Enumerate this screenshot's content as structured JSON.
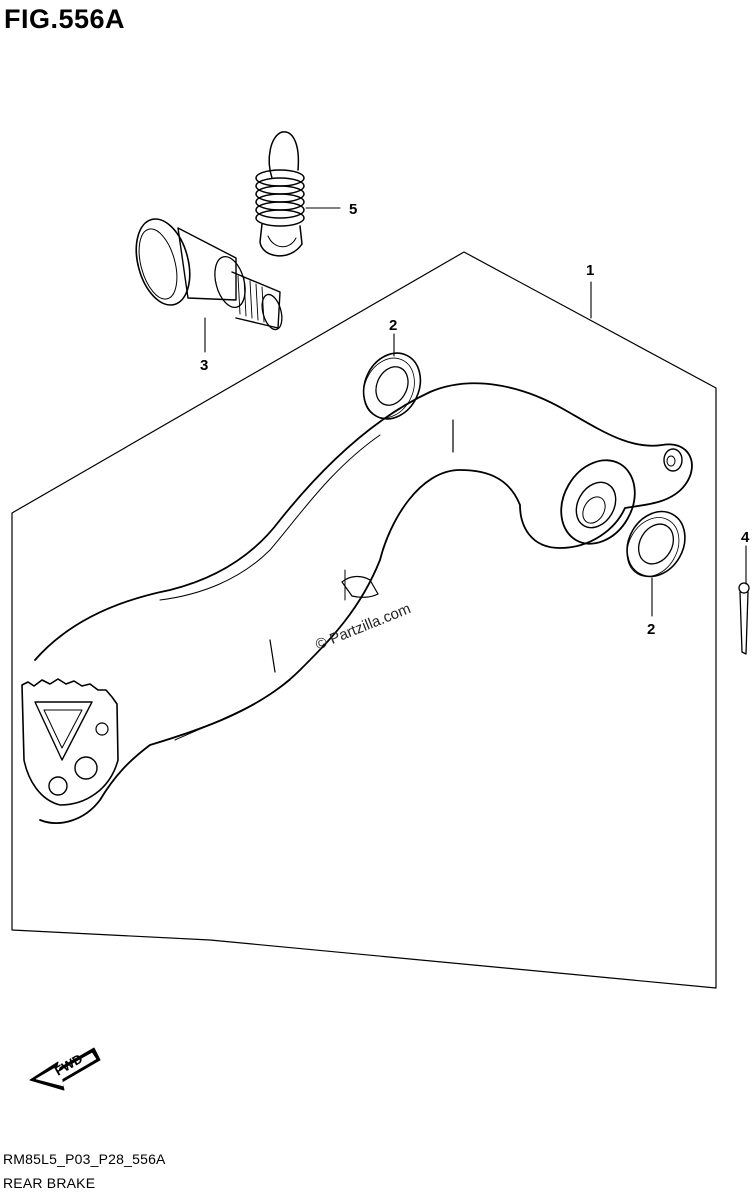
{
  "figure": {
    "title": "FIG.556A",
    "model_code": "RM85L5_P03_P28_556A",
    "description": "REAR BRAKE"
  },
  "callouts": {
    "c1": "1",
    "c2a": "2",
    "c2b": "2",
    "c3": "3",
    "c4": "4",
    "c5": "5"
  },
  "watermark": "© Partzilla.com",
  "direction_badge": "FWD",
  "parts": [
    {
      "ref": "1",
      "icon": "brake-pedal-icon"
    },
    {
      "ref": "2",
      "icon": "washer-icon"
    },
    {
      "ref": "3",
      "icon": "pivot-bolt-icon"
    },
    {
      "ref": "4",
      "icon": "cotter-pin-icon"
    },
    {
      "ref": "5",
      "icon": "return-spring-icon"
    }
  ],
  "colors": {
    "line": "#000000",
    "background": "#ffffff"
  }
}
